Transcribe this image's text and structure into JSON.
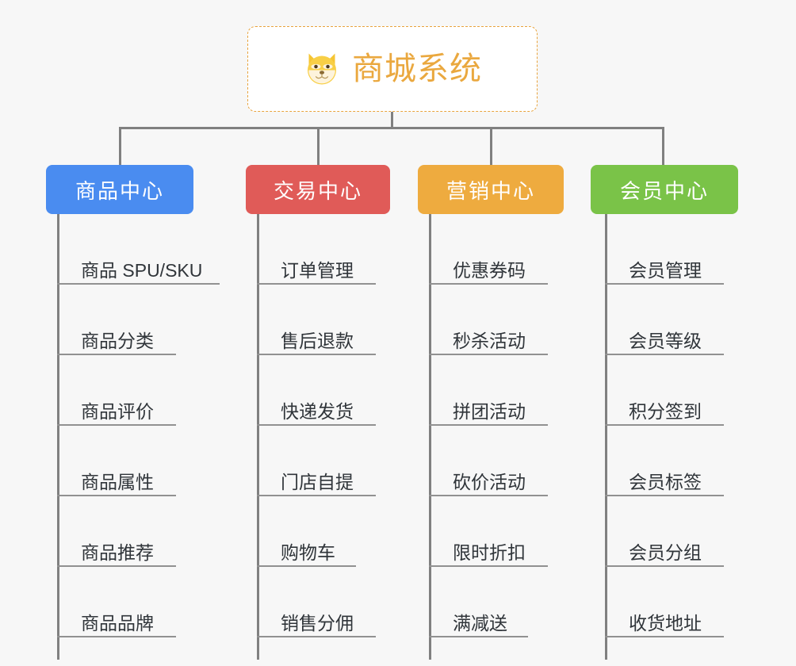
{
  "root": {
    "title": "商城系统",
    "icon": "dog-face-icon",
    "accent_color": "#eaa83f",
    "border_style": "dashed"
  },
  "colors": {
    "background": "#f7f7f7",
    "connector": "#808080",
    "rule": "#919191",
    "leaf_text": "#30353a",
    "branch_product": "#4a8cf0",
    "branch_trade": "#e05b58",
    "branch_marketing": "#eeab3f",
    "branch_member": "#7ac348"
  },
  "branches": [
    {
      "label": "商品中心",
      "color": "#4a8cf0",
      "items": [
        {
          "label": "商品 SPU/SKU",
          "rule": "w-xl"
        },
        {
          "label": "商品分类",
          "rule": "w-md"
        },
        {
          "label": "商品评价",
          "rule": "w-md"
        },
        {
          "label": "商品属性",
          "rule": "w-md"
        },
        {
          "label": "商品推荐",
          "rule": "w-md"
        },
        {
          "label": "商品品牌",
          "rule": "w-md"
        }
      ]
    },
    {
      "label": "交易中心",
      "color": "#e05b58",
      "items": [
        {
          "label": "订单管理",
          "rule": "w-md"
        },
        {
          "label": "售后退款",
          "rule": "w-md"
        },
        {
          "label": "快递发货",
          "rule": "w-md"
        },
        {
          "label": "门店自提",
          "rule": "w-md"
        },
        {
          "label": "购物车",
          "rule": "w-sm"
        },
        {
          "label": "销售分佣",
          "rule": "w-md"
        }
      ]
    },
    {
      "label": "营销中心",
      "color": "#eeab3f",
      "items": [
        {
          "label": "优惠券码",
          "rule": "w-md"
        },
        {
          "label": "秒杀活动",
          "rule": "w-md"
        },
        {
          "label": "拼团活动",
          "rule": "w-md"
        },
        {
          "label": "砍价活动",
          "rule": "w-md"
        },
        {
          "label": "限时折扣",
          "rule": "w-md"
        },
        {
          "label": "满减送",
          "rule": "w-sm"
        }
      ]
    },
    {
      "label": "会员中心",
      "color": "#7ac348",
      "items": [
        {
          "label": "会员管理",
          "rule": "w-md"
        },
        {
          "label": "会员等级",
          "rule": "w-md"
        },
        {
          "label": "积分签到",
          "rule": "w-md"
        },
        {
          "label": "会员标签",
          "rule": "w-md"
        },
        {
          "label": "会员分组",
          "rule": "w-md"
        },
        {
          "label": "收货地址",
          "rule": "w-md"
        }
      ]
    }
  ]
}
